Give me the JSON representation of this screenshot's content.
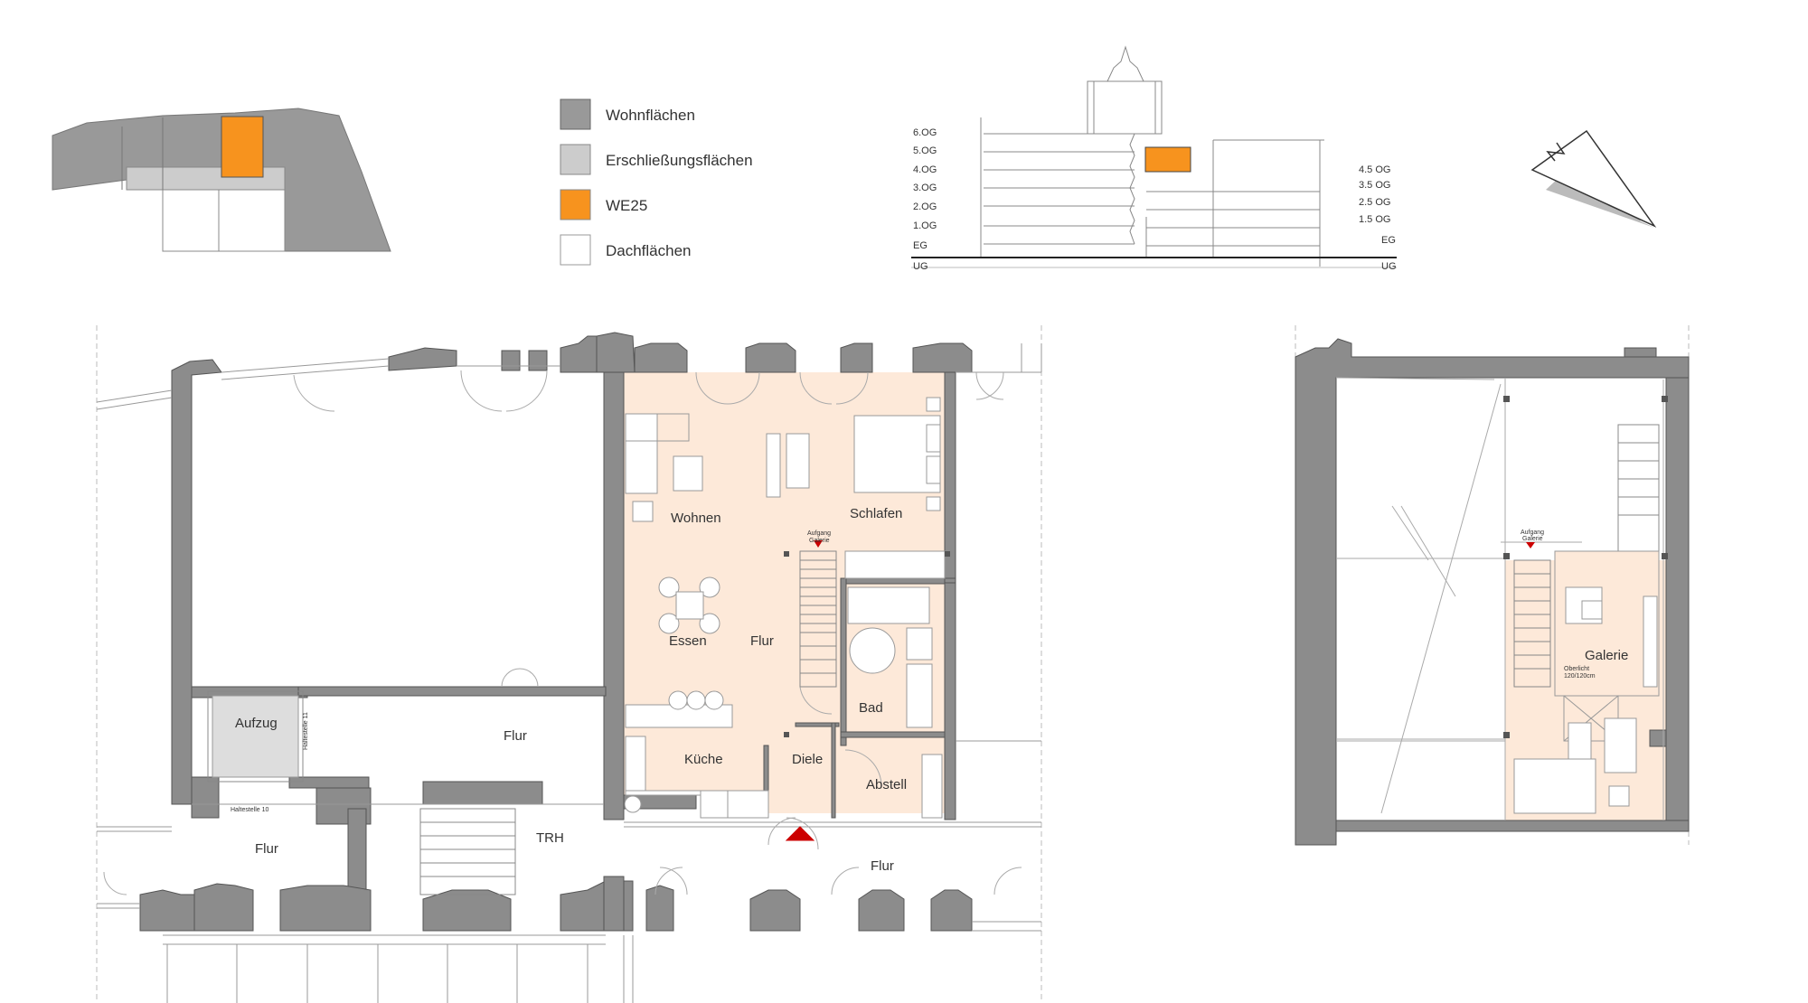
{
  "legend": {
    "items": [
      {
        "label": "Wohnflächen",
        "color": "#999999"
      },
      {
        "label": "Erschließungsflächen",
        "color": "#cccccc"
      },
      {
        "label": "WE25",
        "color": "#f7931e"
      },
      {
        "label": "Dachflächen",
        "color": "#ffffff"
      }
    ]
  },
  "section": {
    "left_levels": [
      "6.OG",
      "5.OG",
      "4.OG",
      "3.OG",
      "2.OG",
      "1.OG",
      "EG",
      "UG"
    ],
    "right_levels": [
      "4.5 OG",
      "3.5 OG",
      "2.5 OG",
      "1.5 OG",
      "EG",
      "UG"
    ]
  },
  "plan_main": {
    "rooms": {
      "wohnen": "Wohnen",
      "schlafen": "Schlafen",
      "essen": "Essen",
      "flur_unit": "Flur",
      "bad": "Bad",
      "kueche": "Küche",
      "diele": "Diele",
      "abstell": "Abstell",
      "aufzug": "Aufzug",
      "flur_upper": "Flur",
      "flur_left": "Flur",
      "trh": "TRH",
      "flur_bottom": "Flur"
    },
    "aufgang_line1": "Aufgang",
    "aufgang_line2": "Galerie",
    "haltestelle_10": "Haltestelle 10",
    "haltestelle_11": "Haltestelle 11"
  },
  "plan_gallery": {
    "galerie": "Galerie",
    "aufgang_line1": "Aufgang",
    "aufgang_line2": "Galerie",
    "oberlicht_line1": "Oberlicht",
    "oberlicht_line2": "120/120cm"
  },
  "colors": {
    "wall": "#8c8c8c",
    "unit_fill": "#fde9d9",
    "accent": "#f7931e",
    "entrance_marker": "#cc0000"
  }
}
